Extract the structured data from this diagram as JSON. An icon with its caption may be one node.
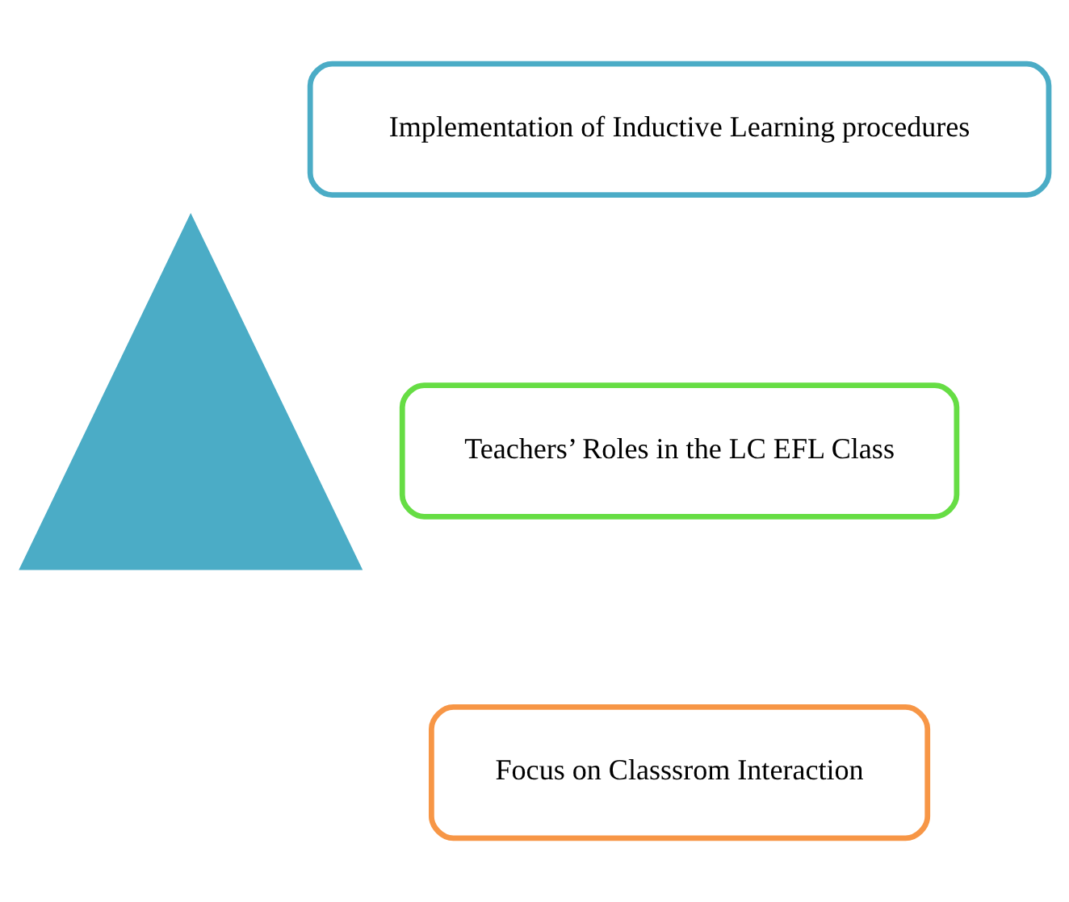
{
  "diagram": {
    "nodes": [
      {
        "text": [],
        "shape": "triangle"
      },
      {
        "text": [
          "Implementation of Inductive Learning procedures"
        ]
      },
      {
        "text": [
          "Teachers’ Roles in the LC EFL Class"
        ]
      },
      {
        "text": [
          "Focus on Classsrom Interaction"
        ]
      }
    ]
  }
}
